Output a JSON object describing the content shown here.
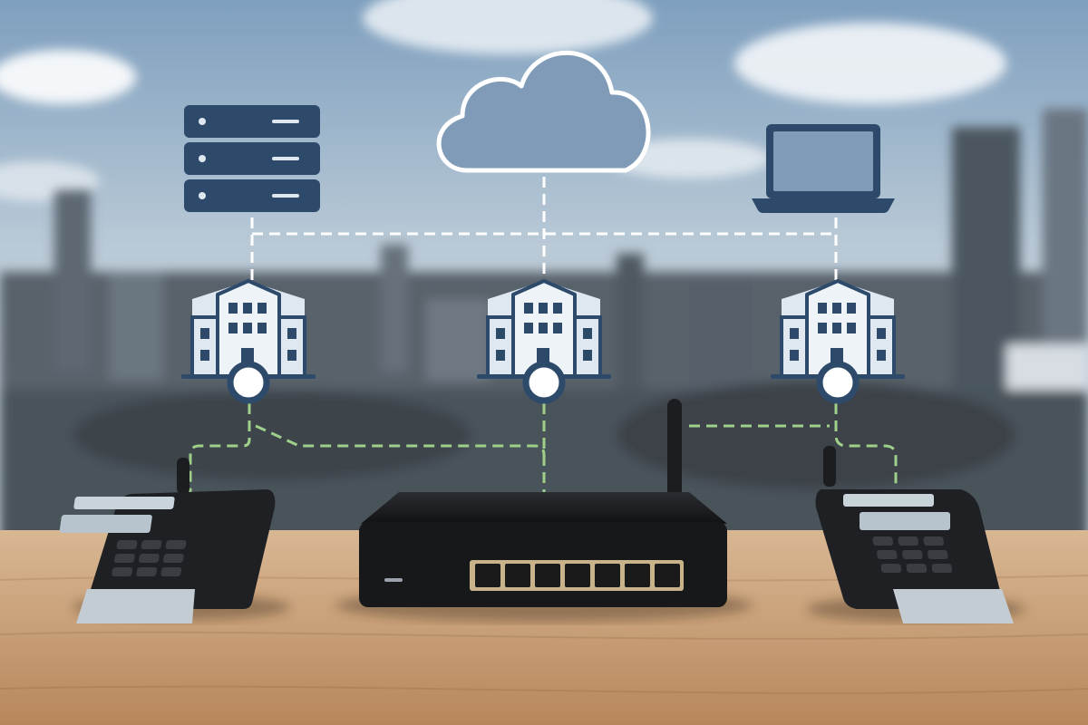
{
  "scene": {
    "sky_color": "#9fb8cf",
    "city_color": "#4c5660",
    "desk_color": "#c9a27a",
    "icon_primary": "#2e4a6b",
    "icon_cloud_fill": "#7f9bb8",
    "icon_building_fill": "#dfe7f1",
    "link_white": "#ffffff",
    "link_green": "#9fd08a",
    "device_color": "#1b1d20",
    "port_accent": "#c9b38a"
  },
  "icons": {
    "top": [
      "server-rack-icon",
      "cloud-icon",
      "laptop-icon"
    ],
    "middle": [
      "building-icon",
      "building-icon",
      "building-icon"
    ],
    "devices": [
      "card-terminal-left",
      "network-router",
      "card-terminal-right"
    ]
  }
}
